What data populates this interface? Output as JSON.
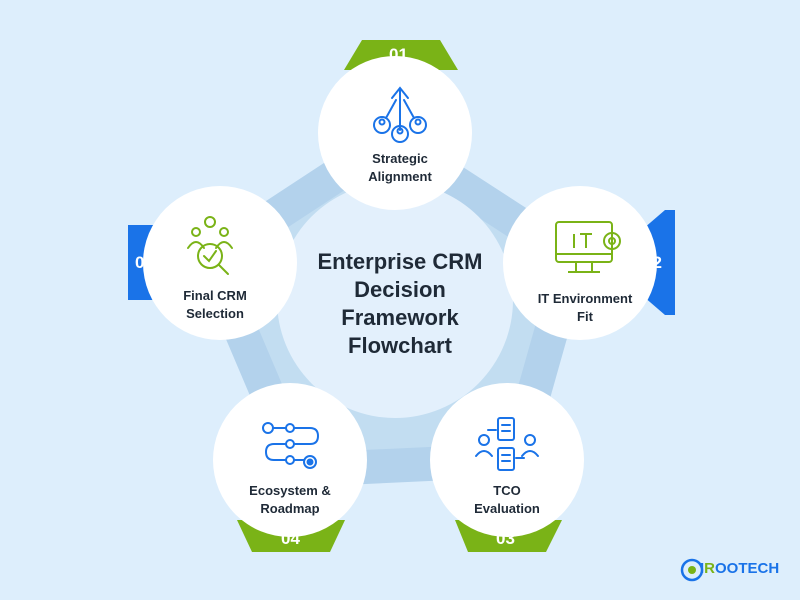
{
  "title": [
    "Enterprise CRM",
    "Decision",
    "Framework",
    "Flowchart"
  ],
  "steps": [
    {
      "number": "01",
      "label": [
        "Strategic",
        "Alignment"
      ],
      "icon": "strategic-alignment-icon"
    },
    {
      "number": "02",
      "label": [
        "IT Environment",
        "Fit"
      ],
      "icon": "it-environment-icon"
    },
    {
      "number": "03",
      "label": [
        "TCO",
        "Evaluation"
      ],
      "icon": "tco-evaluation-icon"
    },
    {
      "number": "04",
      "label": [
        "Ecosystem &",
        "Roadmap"
      ],
      "icon": "ecosystem-roadmap-icon"
    },
    {
      "number": "05",
      "label": [
        "Final CRM",
        "Selection"
      ],
      "icon": "final-selection-icon"
    }
  ],
  "brand": {
    "prefix": "I",
    "middle": "R",
    "suffix": "OOTECH"
  },
  "colors": {
    "background": "#ddeefc",
    "ring": "#c2ddf1",
    "green": "#7ab317",
    "blue": "#1a73e8",
    "text": "#1f2a37"
  }
}
